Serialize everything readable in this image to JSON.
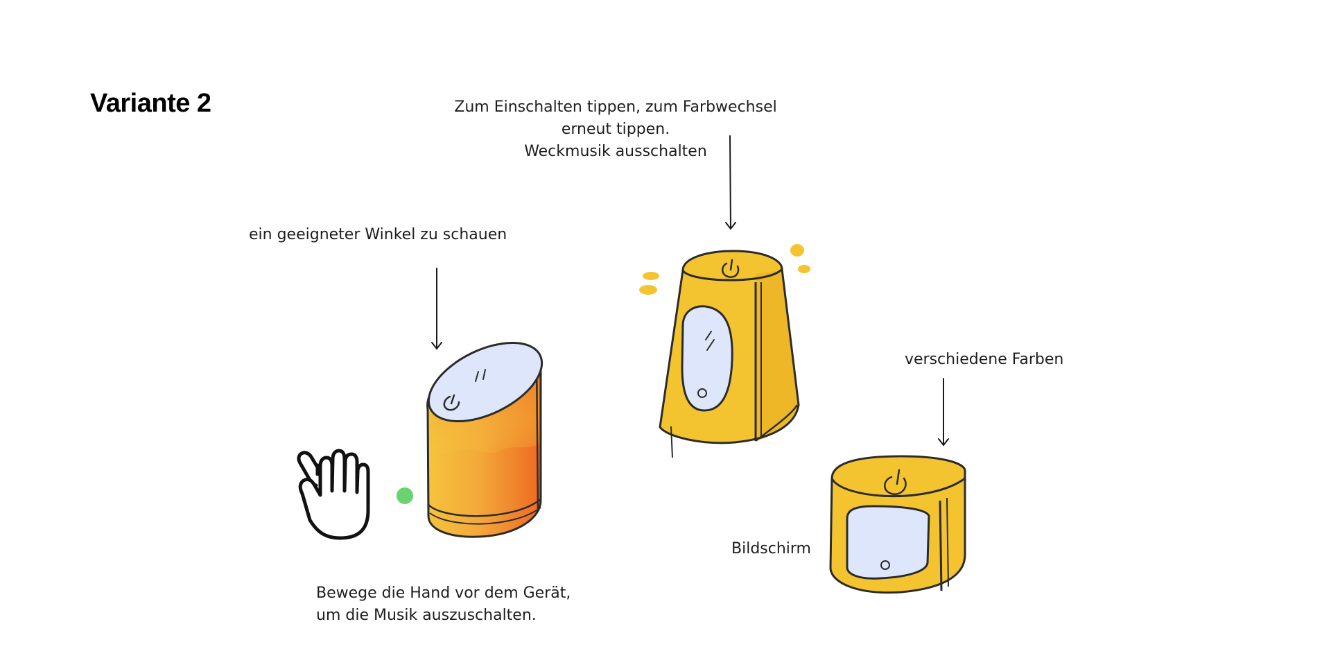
{
  "title": "Variante 2",
  "annotations": {
    "top_device": {
      "lines": [
        "Zum Einschalten tippen, zum Farbwechsel",
        "erneut tippen.",
        "Weckmusik ausschalten"
      ]
    },
    "angle": "ein geeigneter Winkel zu schauen",
    "colors": "verschiedene Farben",
    "screen": "Bildschirm",
    "hand": {
      "lines": [
        "Bewege die Hand vor dem Gerät,",
        "um die Musik auszuschalten."
      ]
    }
  },
  "colors": {
    "device_yellow": "#f4c430",
    "device_orange": "#ee6f22",
    "screen_blue": "#dde6fa",
    "outline": "#2b2b2b",
    "sensor_green": "#6ad26f"
  },
  "icons": [
    "hand-icon",
    "power-icon"
  ]
}
